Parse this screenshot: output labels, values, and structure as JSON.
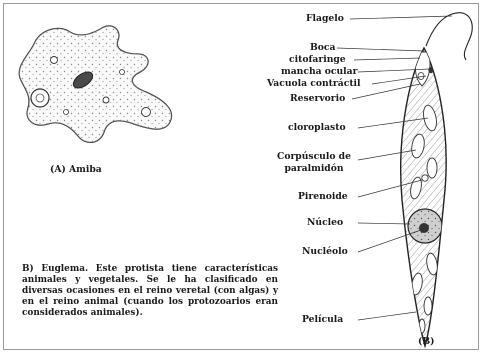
{
  "figure": {
    "amoeba_caption": "(A) Amiba",
    "euglena_caption": "(B)",
    "paragraph": "B) Euglema. Este protista tiene características animales y vegetales. Se le ha clasificado en diversas ocasiones en el reino veretal (con algas) y en el reino animal (cuando los protozoarios eran considerados animales).",
    "labels": {
      "flagelo": "Flagelo",
      "boca": "Boca",
      "citofaringe": "citofaringe",
      "mancha_ocular": "mancha ocular",
      "vacuola": "Vacuola contráctil",
      "reservorio": "Reservorio",
      "cloroplasto": "cloroplasto",
      "corpusculo_1": "Corpúsculo de",
      "corpusculo_2": "paralmidón",
      "pirenoide": "Pirenoide",
      "nucleo": "Núcleo",
      "nucleolo": "Nucléolo",
      "pelicula": "Película"
    }
  }
}
